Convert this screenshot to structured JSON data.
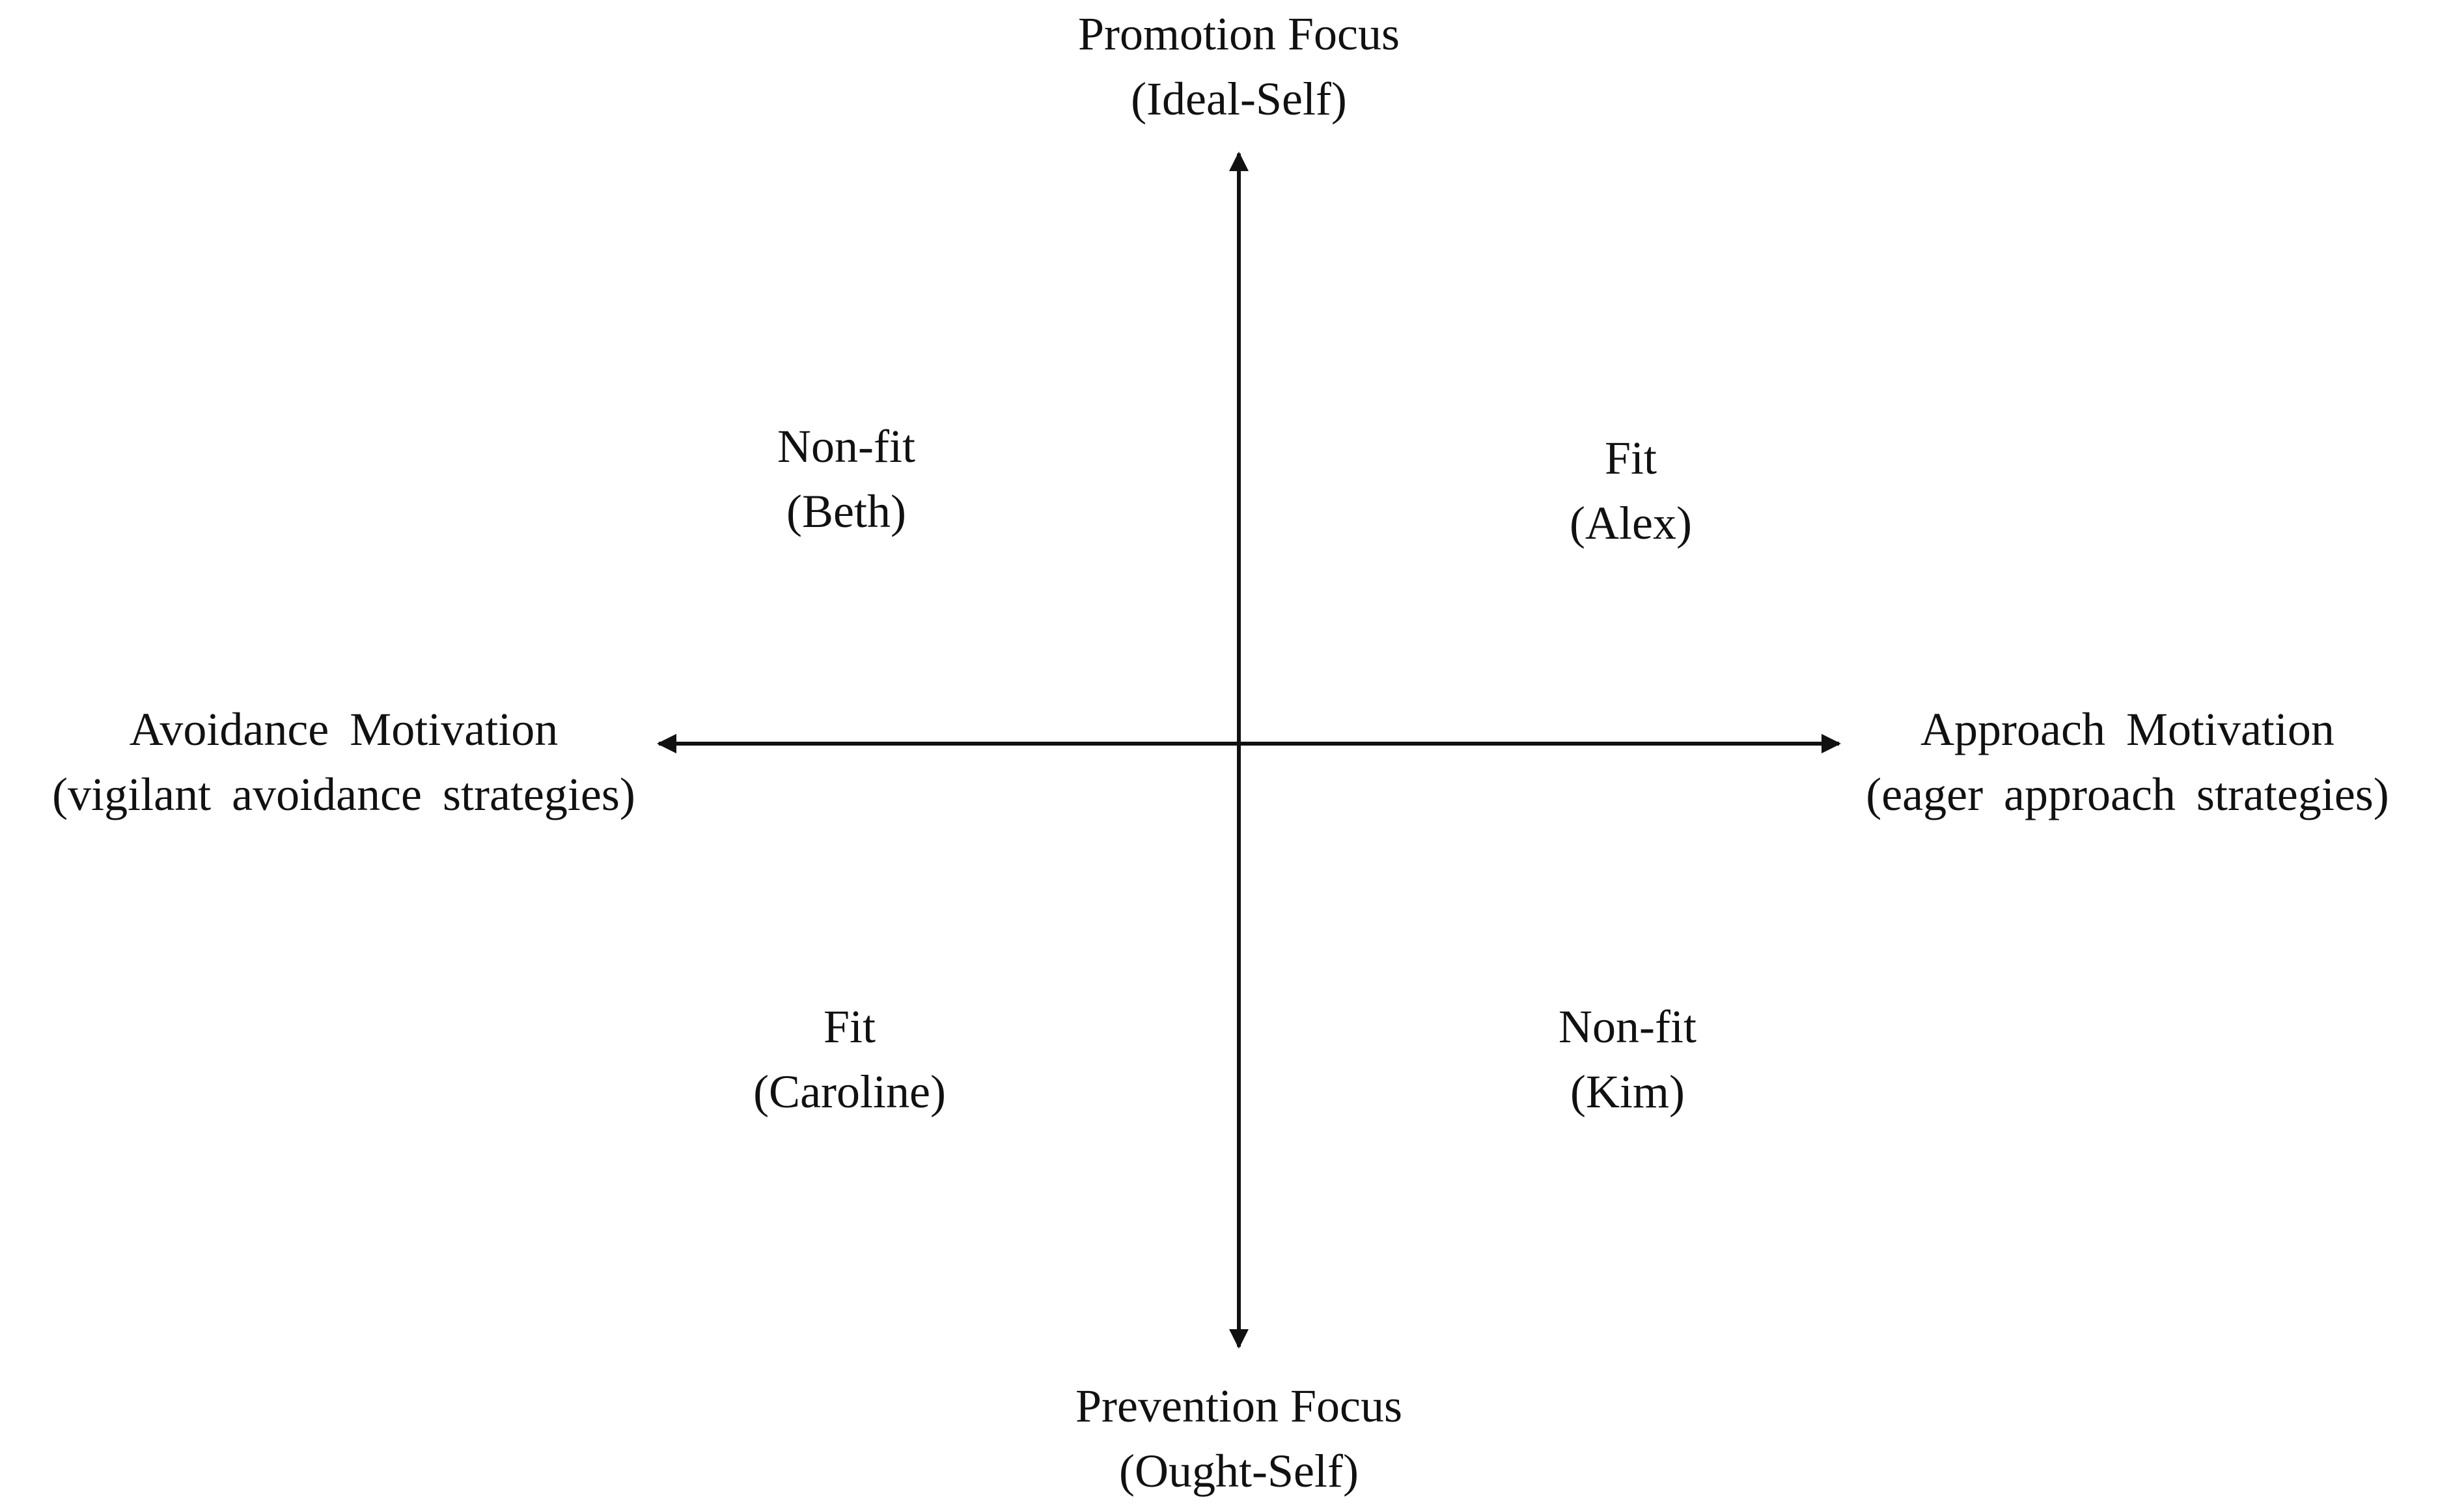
{
  "diagram": {
    "top": {
      "title": "Promotion Focus",
      "subtitle": "(Ideal-Self)"
    },
    "bottom": {
      "title": "Prevention Focus",
      "subtitle": "(Ought-Self)"
    },
    "left": {
      "title": "Avoidance Motivation",
      "subtitle": "(vigilant avoidance strategies)"
    },
    "right": {
      "title": "Approach Motivation",
      "subtitle": "(eager approach strategies)"
    },
    "quadrants": {
      "top_left": {
        "label": "Non-fit",
        "person": "(Beth)"
      },
      "top_right": {
        "label": "Fit",
        "person": "(Alex)"
      },
      "bottom_left": {
        "label": "Fit",
        "person": "(Caroline)"
      },
      "bottom_right": {
        "label": "Non-fit",
        "person": "(Kim)"
      }
    },
    "colors": {
      "axis": "#111111",
      "text": "#111111",
      "background": "#ffffff"
    }
  }
}
